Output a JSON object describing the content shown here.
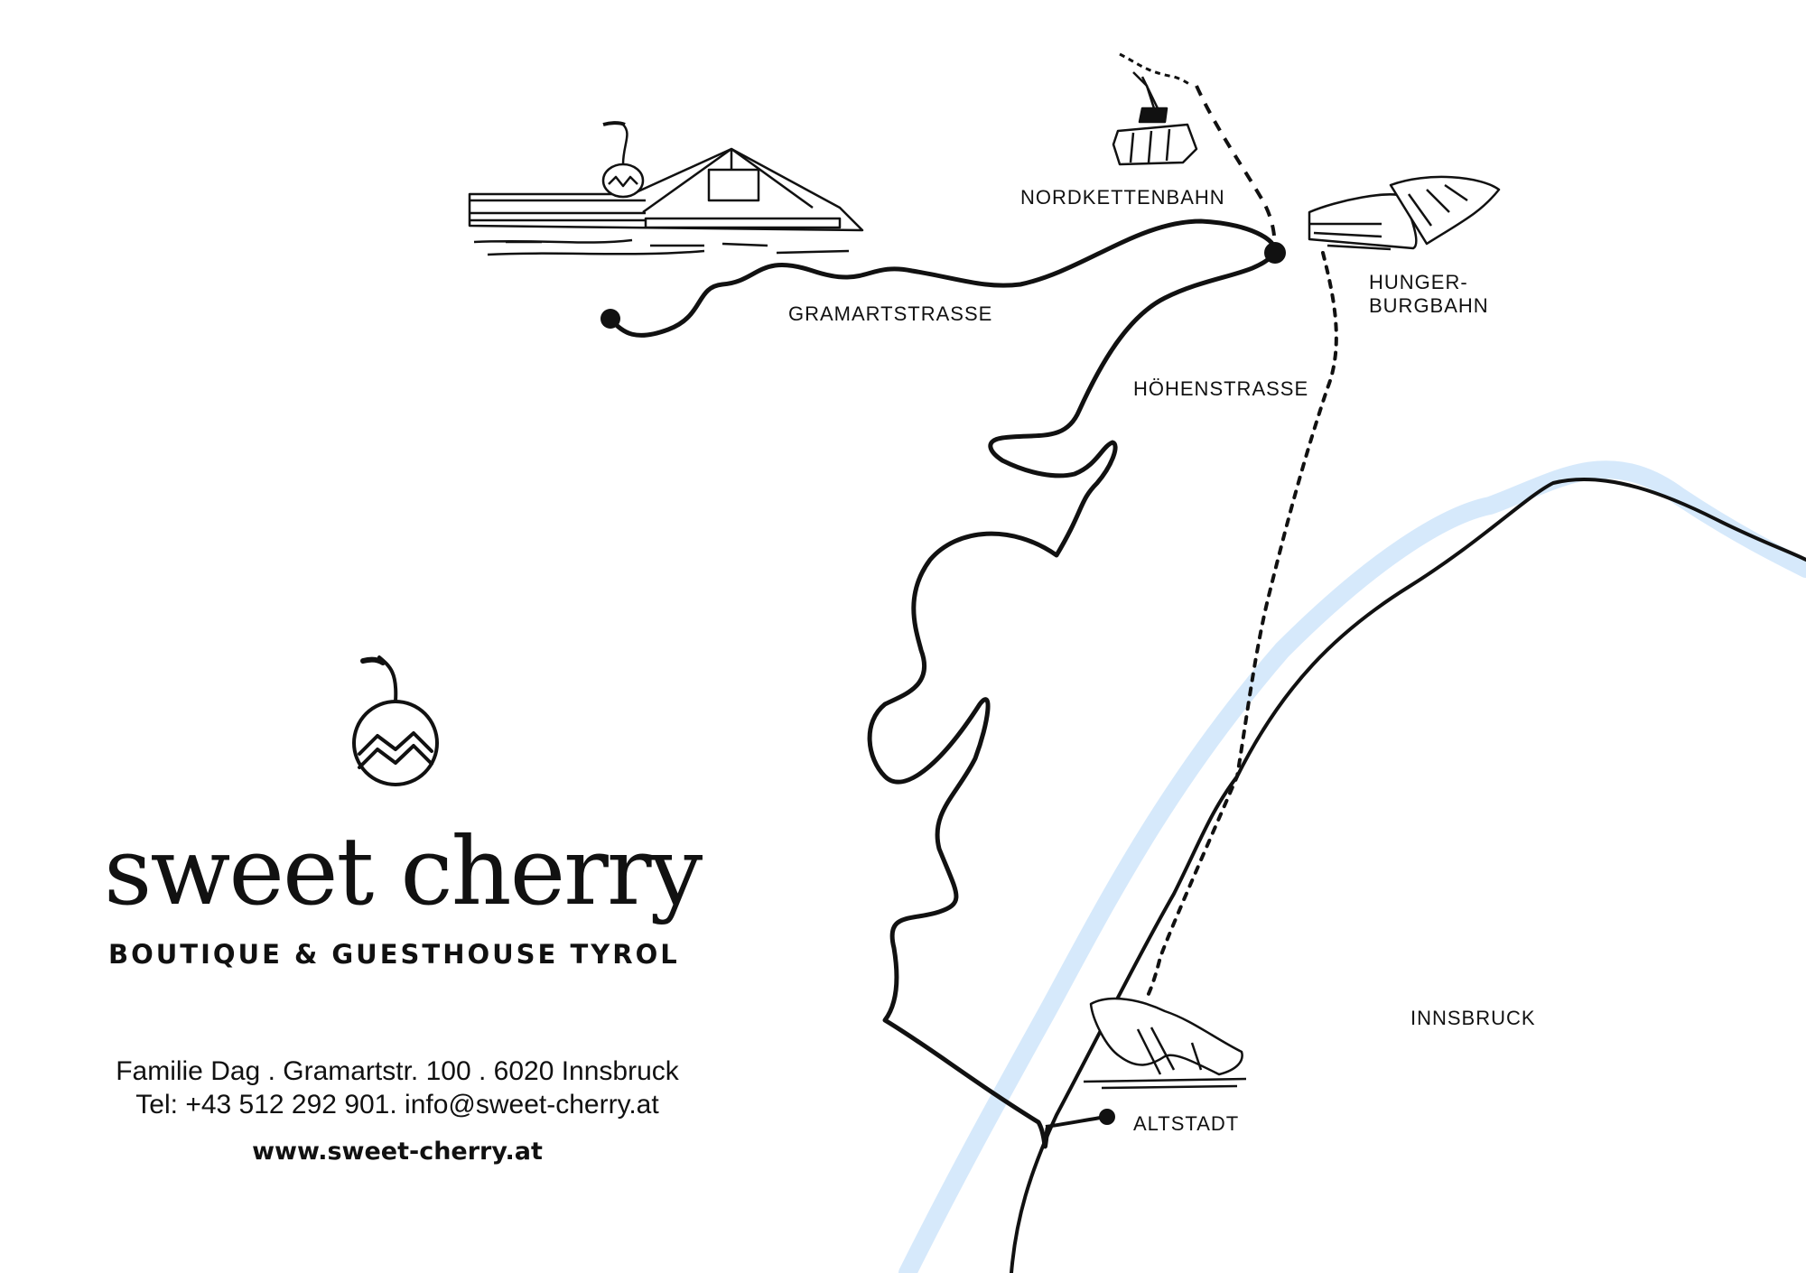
{
  "map": {
    "labels": {
      "nordkettenbahn": "NORDKETTENBAHN",
      "gramartstrasse": "GRAMARTSTRASSE",
      "hungerburgbahn_line1": "HUNGER-",
      "hungerburgbahn_line2": "BURGBAHN",
      "hoehenstrasse": "HÖHENSTRASSE",
      "innsbruck": "INNSBRUCK",
      "altstadt": "ALTSTADT"
    },
    "colors": {
      "river": "#d6e9fb",
      "road": "#111111"
    },
    "icons": [
      "cherry-logo-icon",
      "guesthouse-icon",
      "cable-car-icon",
      "hungerburg-station-icon",
      "altstadt-station-icon"
    ]
  },
  "brand": {
    "name": "sweet cherry",
    "tagline": "BOUTIQUE & GUESTHOUSE TYROL",
    "address": "Familie Dag . Gramartstr. 100 . 6020 Innsbruck",
    "contact": "Tel: +43 512 292 901. info@sweet-cherry.at",
    "website": "www.sweet-cherry.at"
  }
}
